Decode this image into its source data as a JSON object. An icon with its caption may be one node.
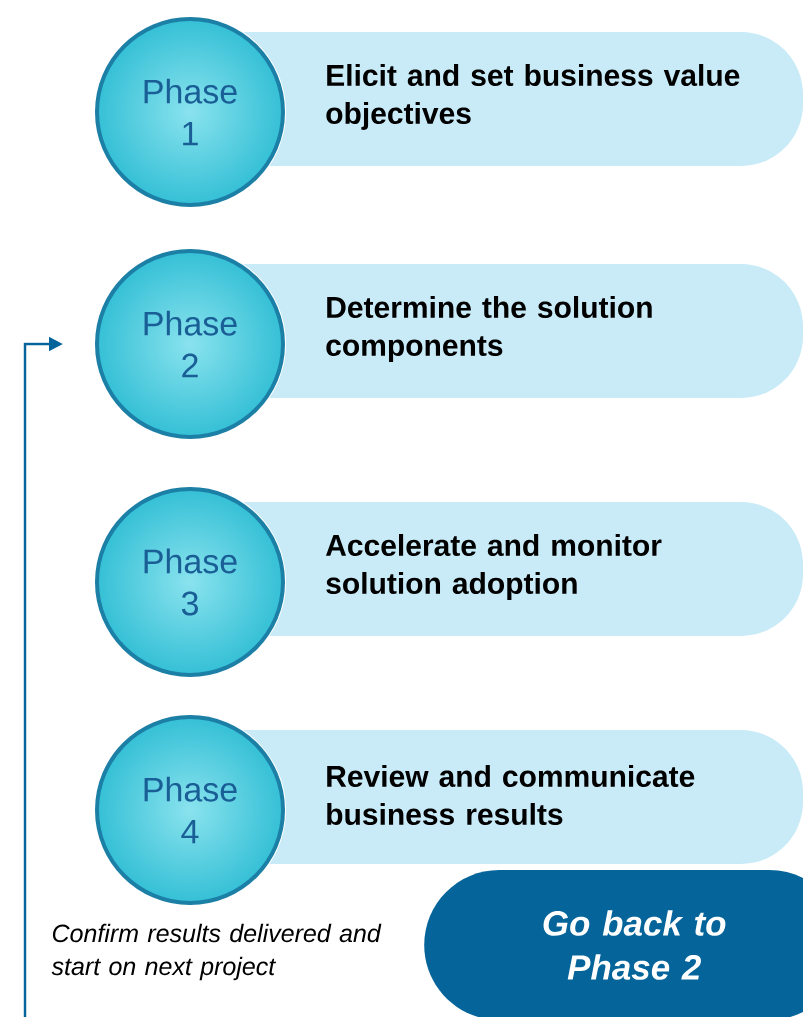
{
  "diagram": {
    "nodes": [
      {
        "text": [
          "Phase 1"
        ]
      },
      {
        "text": [
          "Elicit and set business value objectives"
        ]
      },
      {
        "text": [
          "Phase 2"
        ]
      },
      {
        "text": [
          "Determine the solution components"
        ]
      },
      {
        "text": [
          "Phase 3"
        ]
      },
      {
        "text": [
          "Accelerate and monitor solution adoption"
        ]
      },
      {
        "text": [
          "Phase 4"
        ]
      },
      {
        "text": [
          "Review and communicate business results"
        ]
      },
      {
        "text": [
          "Go back to Phase 2"
        ]
      }
    ],
    "edges": [
      {
        "from": 8,
        "to": 2,
        "arrow": "to"
      }
    ],
    "labels": [
      "Confirm results delivered and start on next project"
    ]
  }
}
